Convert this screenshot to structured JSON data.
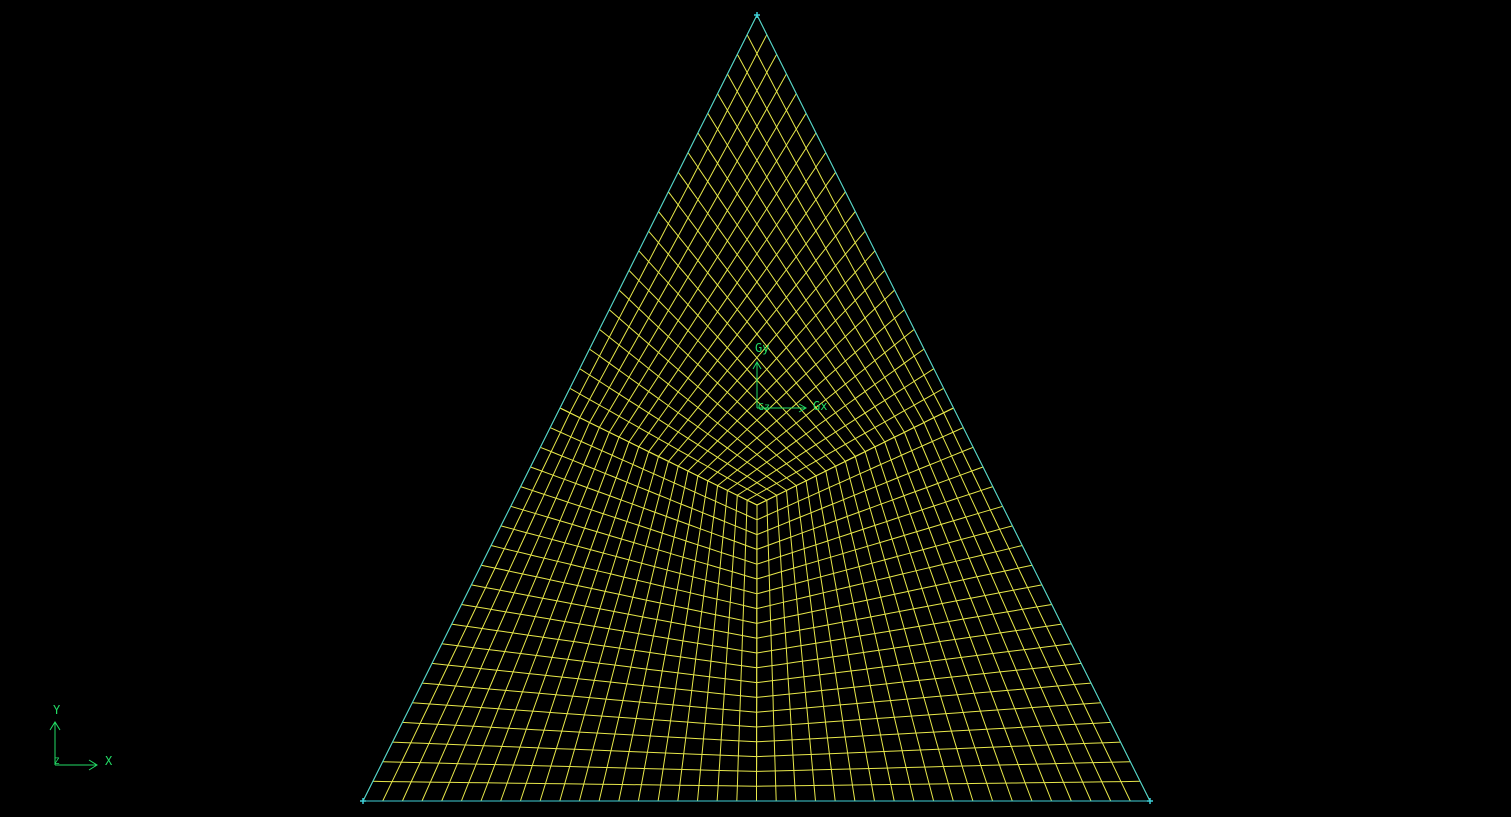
{
  "viewport": {
    "background": "#000000"
  },
  "colors": {
    "boundary": "#3fd0d8",
    "mesh": "#e8e84a",
    "vertex": "#3fd0d8",
    "triad": "#22dd66"
  },
  "mesh": {
    "divisions": 20,
    "corner_count": 3,
    "regions": 3
  },
  "global_triad": {
    "x_label": "Gx",
    "y_label": "Gy",
    "z_label": "Gz"
  },
  "view_triad": {
    "x_label": "X",
    "y_label": "Y",
    "z_label": "Z"
  }
}
